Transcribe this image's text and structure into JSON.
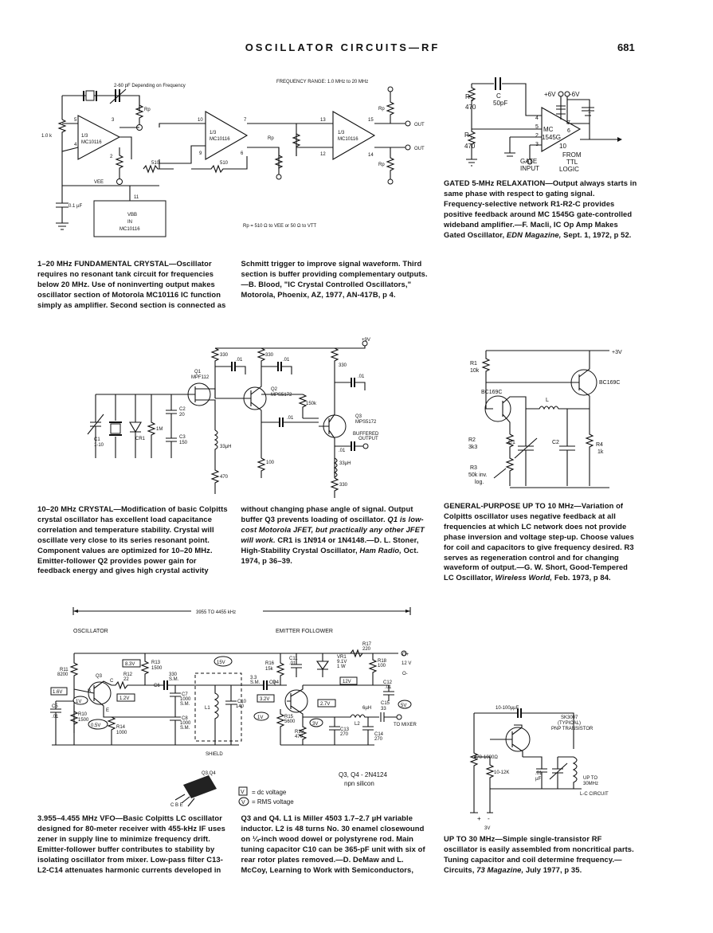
{
  "header": {
    "title": "OSCILLATOR CIRCUITS—RF",
    "page_number": "681"
  },
  "figures": {
    "fig1": {
      "labels": {
        "cap_note": "2-60 pF Depending on Frequency",
        "freq_range": "FREQUENCY RANGE: 1.0 MHz to 20 MHz",
        "rp": "Rp",
        "r1k": "1.0 k",
        "u1": "1/3",
        "u1b": "MC10116",
        "vee": "VEE",
        "c01": "0.1 µF",
        "vbb1": "VBB",
        "vbb2": "IN",
        "vbb3": "MC10116",
        "r510a": "510",
        "r510b": "510",
        "out1": "OUT",
        "out2": "OUT",
        "p3": "3",
        "p5": "5",
        "p4": "4",
        "p2": "2",
        "p10": "10",
        "p7": "7",
        "p9": "9",
        "p6": "6",
        "p13": "13",
        "p15": "15",
        "p12": "12",
        "p14": "14",
        "p11": "11",
        "rp_note": "Rp = 510 Ω to VEE or 50 Ω to VTT"
      },
      "caption_title": "1–20 MHz FUNDAMENTAL CRYSTAL",
      "caption": "—Oscillator requires no resonant tank circuit for frequencies below 20 MHz. Use of noninverting output makes oscillator section of Motorola MC10116 IC function simply as amplifier. Second section is connected as Schmitt trigger to improve signal waveform. Third section is buffer providing complementary outputs.—B. Blood, \"IC Crystal Controlled Oscillators,\" Motorola, Phoenix, AZ, 1977, AN-417B, p 4."
    },
    "fig2": {
      "labels": {
        "r2": "R",
        "r2s": "2",
        "r2v": "470",
        "c": "C",
        "c50": "50pF",
        "p6v": "+6V",
        "m6v": "-6V",
        "r1": "R",
        "r1s": "1",
        "r1v": "470",
        "mc": "MC",
        "mc2": "1545G",
        "gate": "GATE",
        "input": "INPUT",
        "from": "FROM",
        "ttl": "TTL",
        "logic": "LOGIC",
        "n4": "4",
        "n5": "5",
        "n2": "2",
        "n3": "3",
        "n10": "10",
        "n7": "7",
        "n6": "6",
        "n1": "1"
      },
      "caption_title": "GATED 5-MHz RELAXATION",
      "caption": "—Output always starts in same phase with respect to gating signal. Frequency-selective network R1-R2-C provides positive feedback around MC 1545G gate-controlled wideband amplifier.—F. Macli, IC Op Amp Makes Gated Oscillator, ",
      "caption_source": "EDN Magazine,",
      "caption_end": " Sept. 1, 1972, p 52."
    },
    "fig3": {
      "labels": {
        "v9": "+9V",
        "r330a": "330",
        "r330b": "330",
        "r330c": "330",
        "r330d": "330",
        "q1": "Q1",
        "q1t": "MPF112",
        "q2": "Q2",
        "q2t": "MPS5172",
        "q3": "Q3",
        "q3t": "MPS5172",
        "c01a": ".01",
        "c01b": ".01",
        "c01c": ".01",
        "c01d": ".01",
        "c01e": ".01",
        "r150": "150k",
        "c2": "C2",
        "c2v": "20",
        "c3": "C3",
        "c3v": "150",
        "r1m": "1M",
        "c1": "C1",
        "c1v": "1-10",
        "cr1": "CR1",
        "l33a": "33µH",
        "l33b": "33µH",
        "r100": "100",
        "r470": "470",
        "buf1": "BUFFERED",
        "buf2": "OUTPUT"
      },
      "caption_title": "10–20 MHz CRYSTAL",
      "caption": "—Modification of basic Colpitts crystal oscillator has excellent load capacitance correlation and temperature stability. Crystal will oscillate very close to its series resonant point. Component values are optimized for 10–20 MHz. Emitter-follower Q2 provides power gain for feedback energy and gives high crystal activity without changing phase angle of signal. Output buffer Q3 prevents loading of oscillator. ",
      "caption_italic": "Q1 is low-cost Motorola JFET, but practically any other JFET will work.",
      "caption_end": " CR1 is 1N914 or 1N4148.—D. L. Stoner, High-Stability Crystal Oscillator, ",
      "caption_source": "Ham Radio,",
      "caption_tail": " Oct. 1974, p 36–39."
    },
    "fig4": {
      "labels": {
        "v3": "+3V",
        "r1": "R1",
        "r1v": "10k",
        "q1": "BC169C",
        "q2": "BC169C",
        "l": "L",
        "c1": "C1",
        "c2": "C2",
        "r2": "R2",
        "r2v": "3k3",
        "r4": "R4",
        "r4v": "1k",
        "r3": "R3",
        "r3v": "50k inv.",
        "r3t": "log."
      },
      "caption_title": "GENERAL-PURPOSE UP TO 10 MHz",
      "caption": "—Variation of Colpitts oscillator uses negative feedback at all frequencies at which LC network does not provide phase inversion and voltage step-up. Choose values for coil and capacitors to give frequency desired. R3 serves as regeneration control and for changing waveform of output.—G. W. Short, Good-Tempered LC Oscillator, ",
      "caption_source": "Wireless World,",
      "caption_end": " Feb. 1973, p 84."
    },
    "fig5": {
      "labels": {
        "range": "3955 TO 4455 kHz",
        "osc": "OSCILLATOR",
        "ef": "EMITTER FOLLOWER",
        "r17": "R17",
        "r17v": "220",
        "plus": "O+",
        "v12": "12 V",
        "minus": "O-",
        "r11": "R11",
        "r11v": "8200",
        "v83": "8.3V",
        "r13": "R13",
        "r13v": "1500",
        "r12": "R12",
        "r12v": "22",
        "c6": "C6",
        "c6v": "330",
        "c6u": "S.M.",
        "q3": "Q3",
        "v16": "1.6V",
        "v1a": "1V",
        "c5": "C5",
        "c5v": ".01",
        "r10": "R10",
        "r10v": "1500",
        "v05": "0.5V",
        "r14": "R14",
        "r14v": "1000",
        "v12b": "1.2V",
        "c7": "C7",
        "c7v": "1000",
        "c7u": "S.M.",
        "c8": "C8",
        "c8v": "1000",
        "c8u": "S.M.",
        "v15": "15V",
        "l1": "L1",
        "c10": "C10",
        "c10v": "140",
        "shield": "SHIELD",
        "r16": "R16",
        "r16v": "15k",
        "c9": "C9",
        "c9v": "3.3",
        "c9u": "S.M.",
        "c11": "C11",
        "c11v": ".01",
        "vr1": "VR1",
        "vr1v": "9.1V",
        "vr1w": "1 W",
        "r18": "R18",
        "r18v": "100",
        "v12c": "12V",
        "q4": "Q4",
        "v32": "3.2V",
        "v1b": "1V",
        "r15": "R15",
        "r15v": "5600",
        "v3": "3V",
        "r19": "R19",
        "r19v": "470",
        "v27": "2.7V",
        "l2": "L2",
        "l2v": "6µH",
        "c12": "C12",
        "c12v": ".01",
        "c15": "C15",
        "c15v": "33",
        "v5": "5V",
        "mixer": "TO MIXER",
        "c13": "C13",
        "c13v": "270",
        "c14": "C14",
        "c14v": "270",
        "q34": "Q3,Q4",
        "pins": "C B E",
        "trans1": "Q3, Q4 - 2N4124",
        "trans2": "npn silicon",
        "leg_dc": "= dc voltage",
        "leg_rms": "= RMS voltage",
        "leg_v": "V"
      },
      "caption_title": "3.955–4.455 MHz VFO",
      "caption": "—Basic Colpitts LC oscillator designed for 80-meter receiver with 455-kHz IF uses zener in supply line to minimize frequency drift. Emitter-follower buffer contributes to stability by isolating oscillator from mixer. Low-pass filter C13-L2-C14 attenuates harmonic currents developed in Q3 and Q4. L1 is Miller 4503 1.7–2.7 µH variable inductor. L2 is 48 turns No. 30 enamel closewound on ¼-inch wood dowel or polystyrene rod. Main tuning capacitor C10 can be 365-pF unit with six of rear rotor plates removed.—D. DeMaw and L. McCoy, Learning to Work with Semiconductors, ",
      "caption_source": "QST,",
      "caption_end": " June 1974, p 18–22 and 72."
    },
    "fig6": {
      "labels": {
        "cap": "10-100µµF",
        "t1": "SK3007",
        "t2": "(TYPICAL)",
        "t3": "PNP TRANSISTOR",
        "r1": "470-1000Ω",
        "r2": "10-12K",
        "c": ".01",
        "cu": "µF",
        "up1": "UP TO",
        "up2": "30MHz",
        "up3": "L-C CIRCUIT",
        "v3": "3V",
        "plus": "+",
        "minus": "-"
      },
      "caption_title": "UP TO 30 MHz",
      "caption": "—Simple single-transistor RF oscillator is easily assembled from noncritical parts. Tuning capacitor and coil determine frequency.—Circuits, ",
      "caption_source": "73 Magazine,",
      "caption_end": " July 1977, p 35."
    }
  }
}
